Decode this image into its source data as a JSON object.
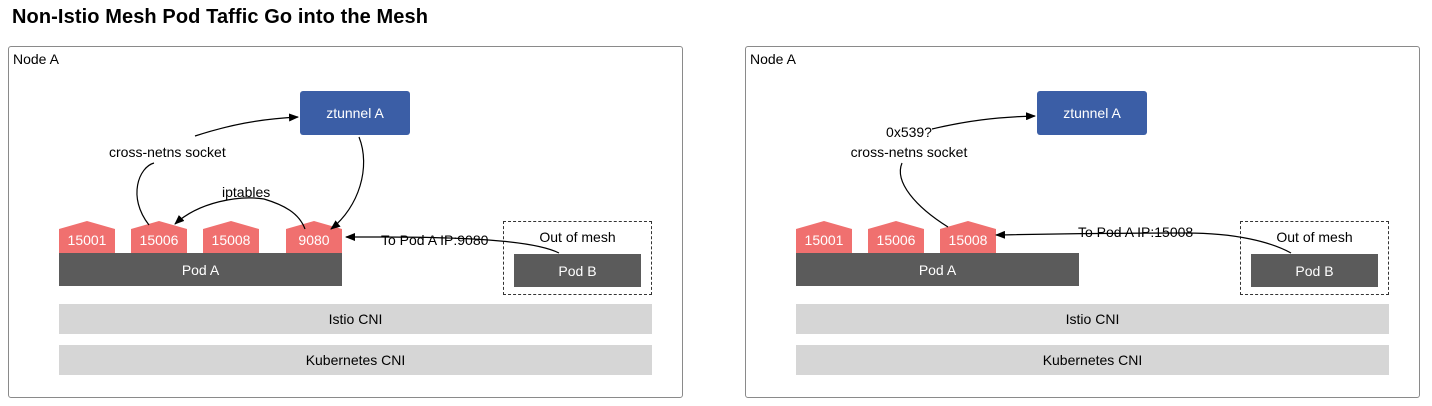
{
  "title": "Non-Istio Mesh Pod Taffic Go into the Mesh",
  "colors": {
    "ztunnel": "#3b5ea6",
    "port": "#f0706f",
    "pod": "#5b5b5b",
    "cni": "#d6d6d6"
  },
  "panels": [
    {
      "node_label": "Node A",
      "ztunnel_label": "ztunnel A",
      "ports": [
        "15001",
        "15006",
        "15008",
        "9080"
      ],
      "pod_a_label": "Pod A",
      "out_of_mesh_label": "Out of mesh",
      "pod_b_label": "Pod B",
      "socket_label": "cross-netns socket",
      "iptables_label": "iptables",
      "traffic_label": "To Pod A IP:9080",
      "istio_cni_label": "Istio CNI",
      "k8s_cni_label": "Kubernetes CNI"
    },
    {
      "node_label": "Node A",
      "ztunnel_label": "ztunnel A",
      "ports": [
        "15001",
        "15006",
        "15008"
      ],
      "pod_a_label": "Pod A",
      "out_of_mesh_label": "Out of mesh",
      "pod_b_label": "Pod B",
      "socket_mark_label": "0x539?",
      "socket_label": "cross-netns socket",
      "traffic_label": "To Pod A IP:15008",
      "istio_cni_label": "Istio CNI",
      "k8s_cni_label": "Kubernetes CNI"
    }
  ]
}
